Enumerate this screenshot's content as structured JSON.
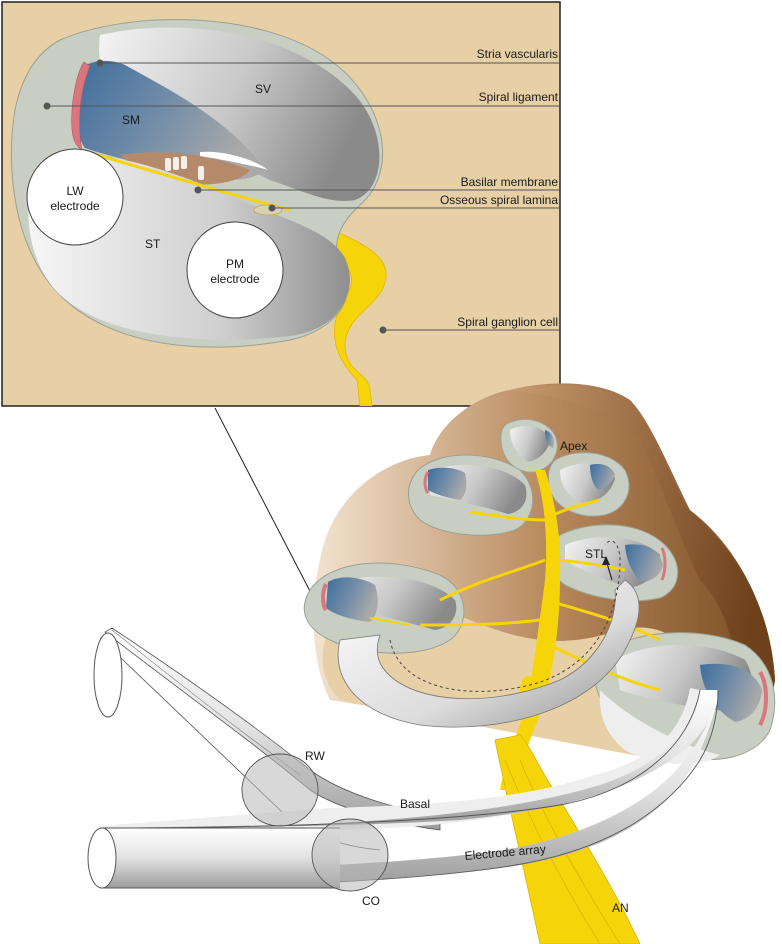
{
  "inset": {
    "regions": {
      "sv": "SV",
      "sm": "SM",
      "st": "ST"
    },
    "electrodes": {
      "lw_line1": "LW",
      "lw_line2": "electrode",
      "pm_line1": "PM",
      "pm_line2": "electrode"
    }
  },
  "callouts": {
    "stria": "Stria vascularis",
    "ligament": "Spiral ligament",
    "basilar": "Basilar membrane",
    "osseous": "Osseous spiral lamina",
    "ganglion": "Spiral ganglion cell"
  },
  "cochlea": {
    "apex": "Apex",
    "stl": "STL",
    "rw": "RW",
    "basal": "Basal",
    "electrode_array": "Electrode array",
    "co": "CO",
    "an": "AN"
  },
  "colors": {
    "background_tan": "#e7cfa6",
    "nerve_yellow": "#f6d40a",
    "stria_red": "#d9767f",
    "scala_media_blue": "#4f79a4",
    "bone_brown": "#8c5a2e",
    "electrode_gray": "#d8d8d8"
  }
}
